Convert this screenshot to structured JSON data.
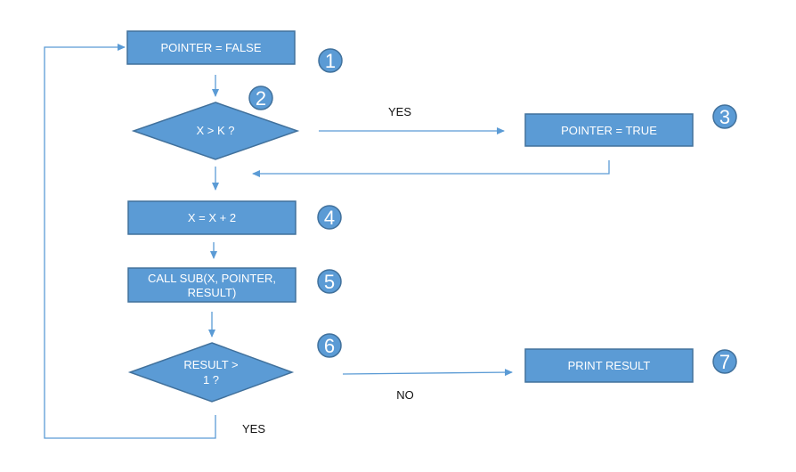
{
  "colors": {
    "fill": "#5b9bd5",
    "stroke": "#41719c",
    "arrow": "#5b9bd5",
    "text": "#111111"
  },
  "nodes": {
    "n1": {
      "label": "POINTER = FALSE"
    },
    "n2": {
      "label": "X > K ?"
    },
    "n3": {
      "label": "POINTER = TRUE"
    },
    "n4": {
      "label": "X = X + 2"
    },
    "n5": {
      "line1": "CALL SUB(X, POINTER,",
      "line2": "RESULT)"
    },
    "n6": {
      "line1": "RESULT >",
      "line2": "1 ?"
    },
    "n7": {
      "label": "PRINT RESULT"
    }
  },
  "badges": [
    "1",
    "2",
    "3",
    "4",
    "5",
    "6",
    "7"
  ],
  "edge_labels": {
    "yes_top": "YES",
    "no": "NO",
    "yes_bottom": "YES"
  }
}
